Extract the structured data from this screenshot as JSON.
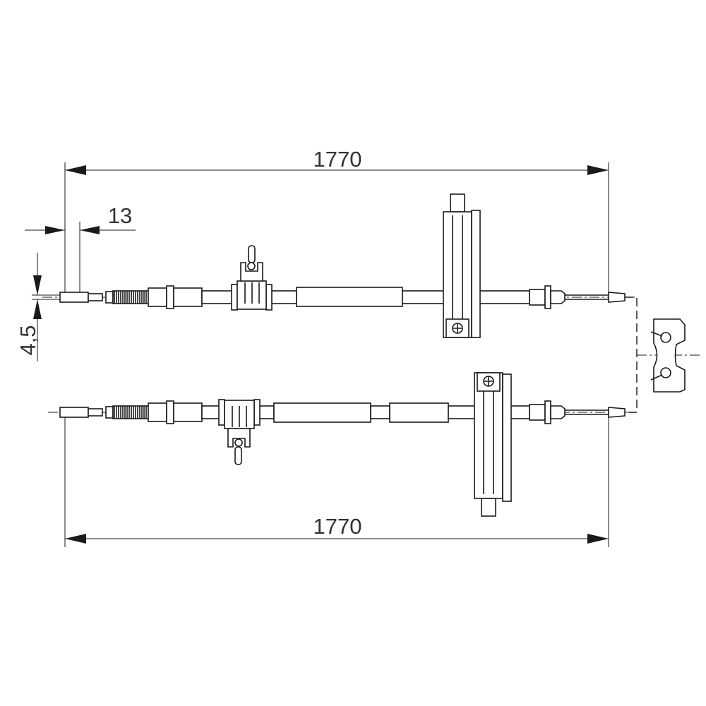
{
  "dimensions": {
    "overall_length_top": "1770",
    "overall_length_bottom": "1770",
    "end_fitting_length": "13",
    "cable_diameter": "4,5"
  },
  "colors": {
    "line": "#1a1a1a",
    "background": "#ffffff"
  }
}
